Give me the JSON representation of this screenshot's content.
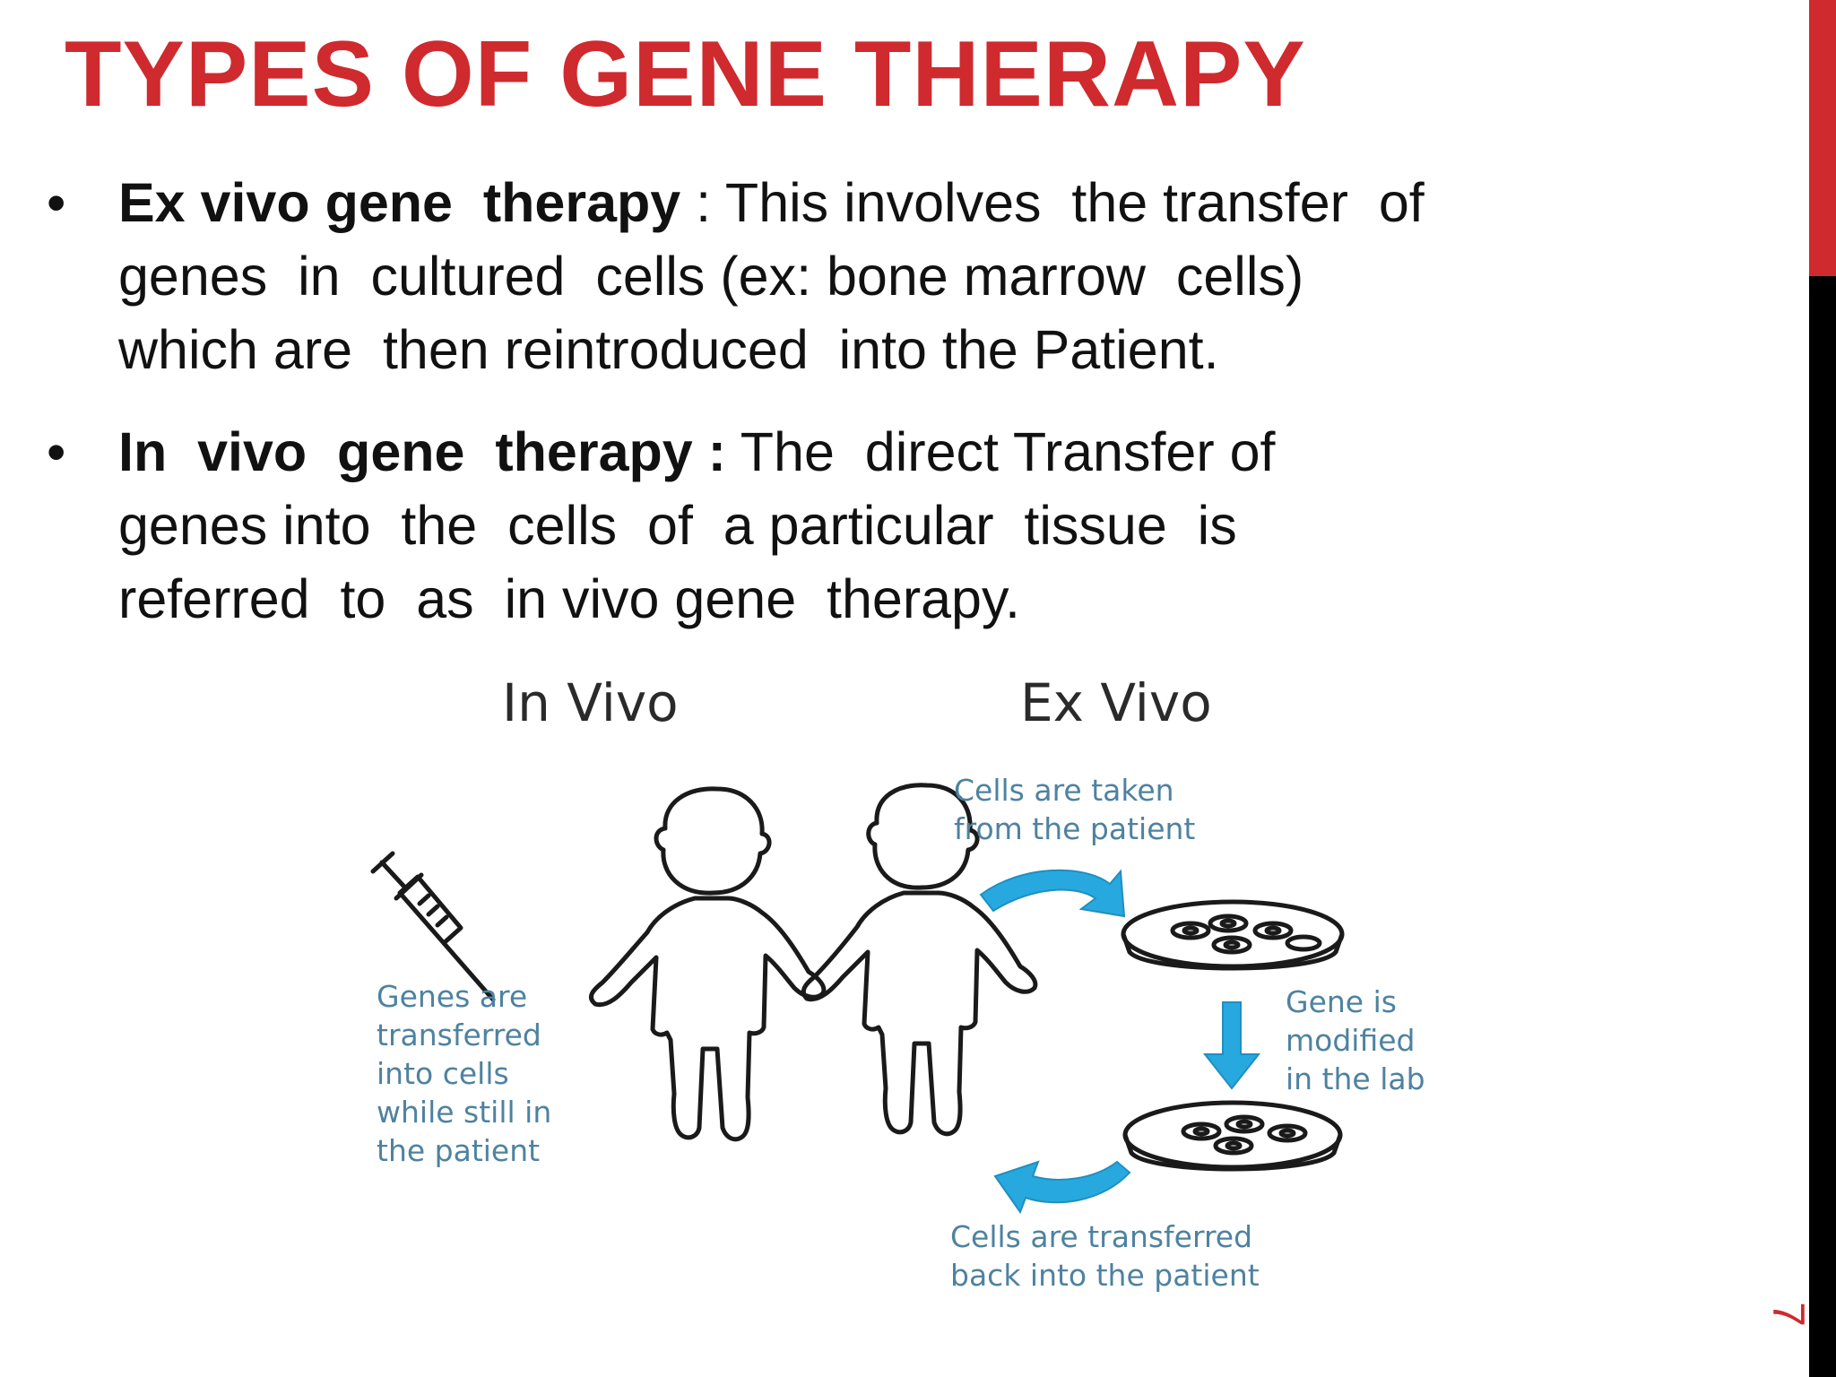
{
  "slide": {
    "title": "TYPES OF GENE THERAPY",
    "page_number": "7",
    "accent_color": "#cf2a2e"
  },
  "bullets": [
    {
      "term": "Ex vivo gene  therapy",
      "first_line_rest": " : This involves  the transfer  of",
      "lines": [
        "genes  in  cultured  cells (ex: bone marrow  cells)",
        "which are  then reintroduced  into the Patient."
      ]
    },
    {
      "term": "In  vivo  gene  therapy :",
      "first_line_rest": " The  direct Transfer of",
      "lines": [
        "genes into  the  cells  of  a particular  tissue  is",
        "referred  to  as  in vivo gene  therapy."
      ]
    }
  ],
  "figure": {
    "in_vivo": {
      "heading": "In Vivo",
      "note_lines": [
        "Genes are",
        "transferred",
        "into cells",
        "while still in",
        "the patient"
      ]
    },
    "ex_vivo": {
      "heading": "Ex Vivo",
      "step1_lines": [
        "Cells are taken",
        "from the patient"
      ],
      "step2_lines": [
        "Gene is",
        "modified",
        "in the lab"
      ],
      "step3_lines": [
        "Cells are transferred",
        "back into the patient"
      ]
    },
    "arrow_color": "#27a9df",
    "note_color": "#4e82a0"
  }
}
